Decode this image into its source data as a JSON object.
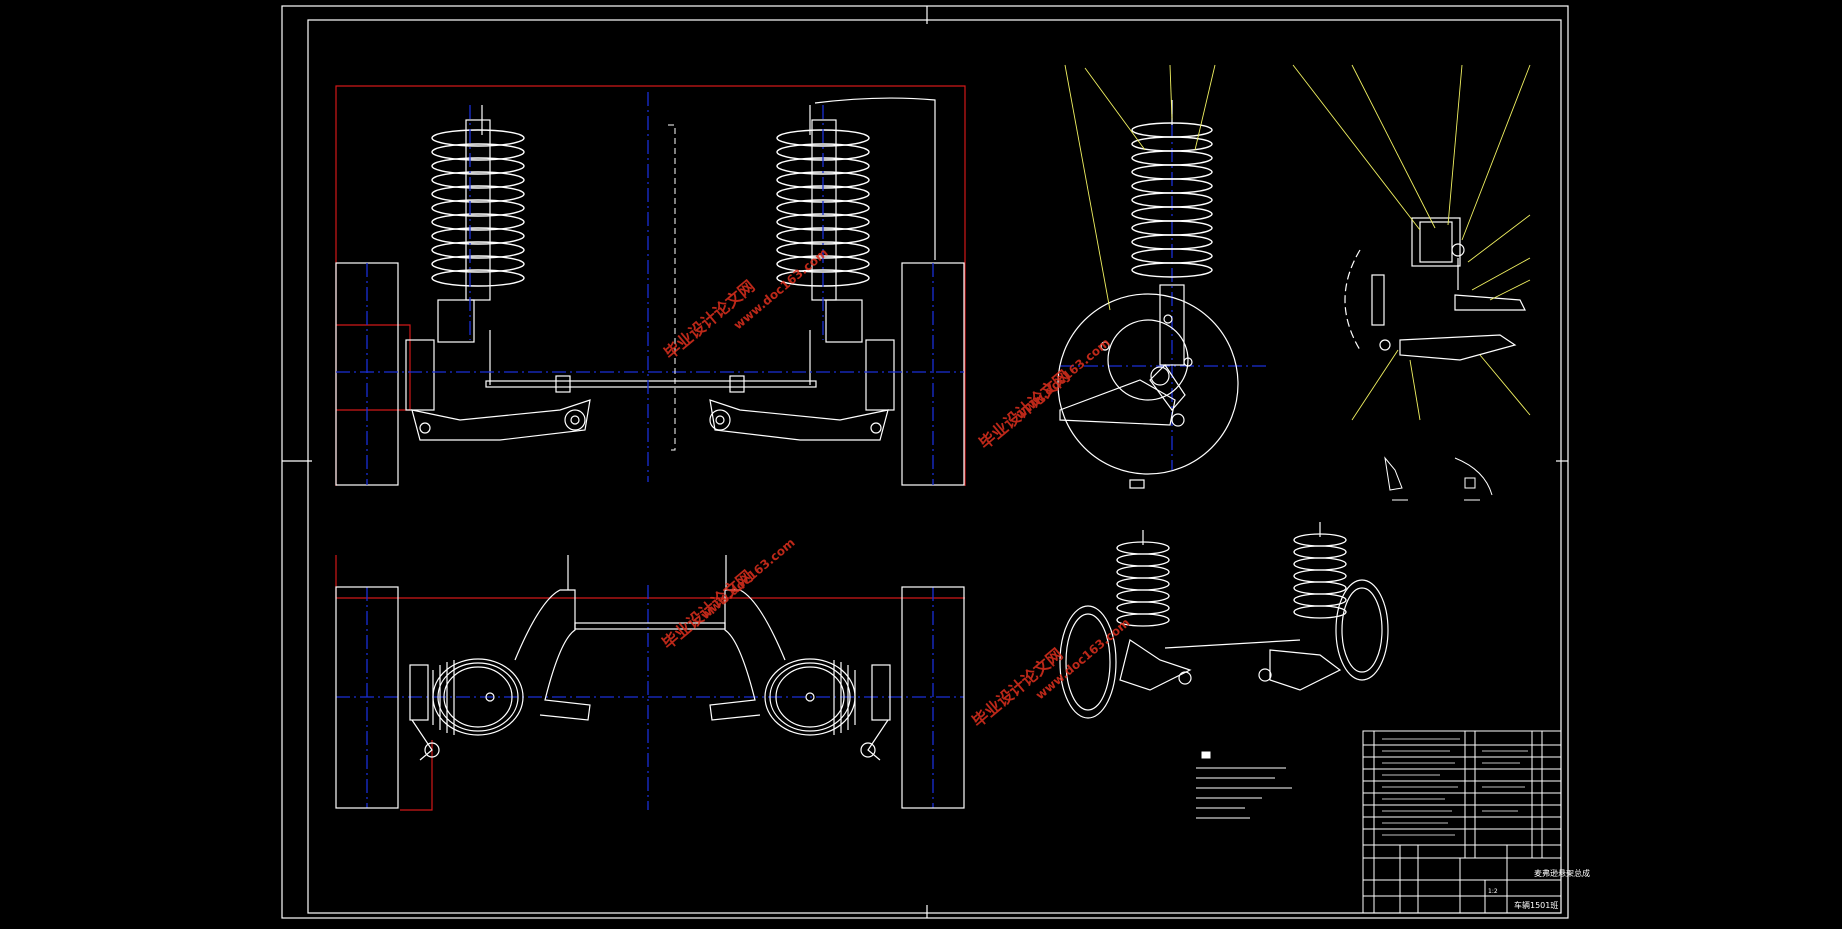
{
  "watermark": {
    "text": "毕业设计论文网",
    "url": "www.doc163.com",
    "color": "#e0301e"
  },
  "title_block": {
    "drawing_title": "麦弗逊悬架总成",
    "drawing_number": "车辆1501班",
    "zoom_note": "1:2"
  },
  "colors": {
    "line": "#ffffff",
    "centerline": "#1a2fd6",
    "frame_red": "#d01818",
    "leader": "#f0f060",
    "accent_magenta": "#ff40ff"
  }
}
